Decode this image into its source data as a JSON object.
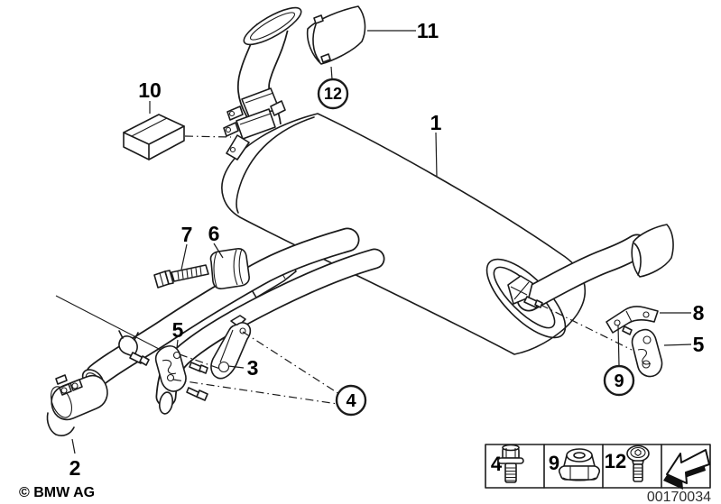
{
  "diagram": {
    "description": "Exploded parts diagram of a rear exhaust muffler with tailpipe trims, clamps, brackets and rubber mounts",
    "callouts": {
      "n1": "1",
      "n2": "2",
      "n3": "3",
      "n5_left": "5",
      "n5_right": "5",
      "n6": "6",
      "n7": "7",
      "n8": "8",
      "n10": "10",
      "n11": "11",
      "c4": "4",
      "c9": "9",
      "c12": "12"
    }
  },
  "legend": {
    "items": [
      {
        "number": "4",
        "icon": "hex-flange-bolt-icon"
      },
      {
        "number": "9",
        "icon": "flange-nut-icon"
      },
      {
        "number": "12",
        "icon": "torx-screw-icon"
      },
      {
        "number": "",
        "icon": "direction-of-travel-arrow-icon"
      }
    ]
  },
  "footer": {
    "copyright": "© BMW AG",
    "drawing_number": "00170034"
  },
  "colors": {
    "line": "#1b1b1b",
    "background": "#ffffff"
  }
}
